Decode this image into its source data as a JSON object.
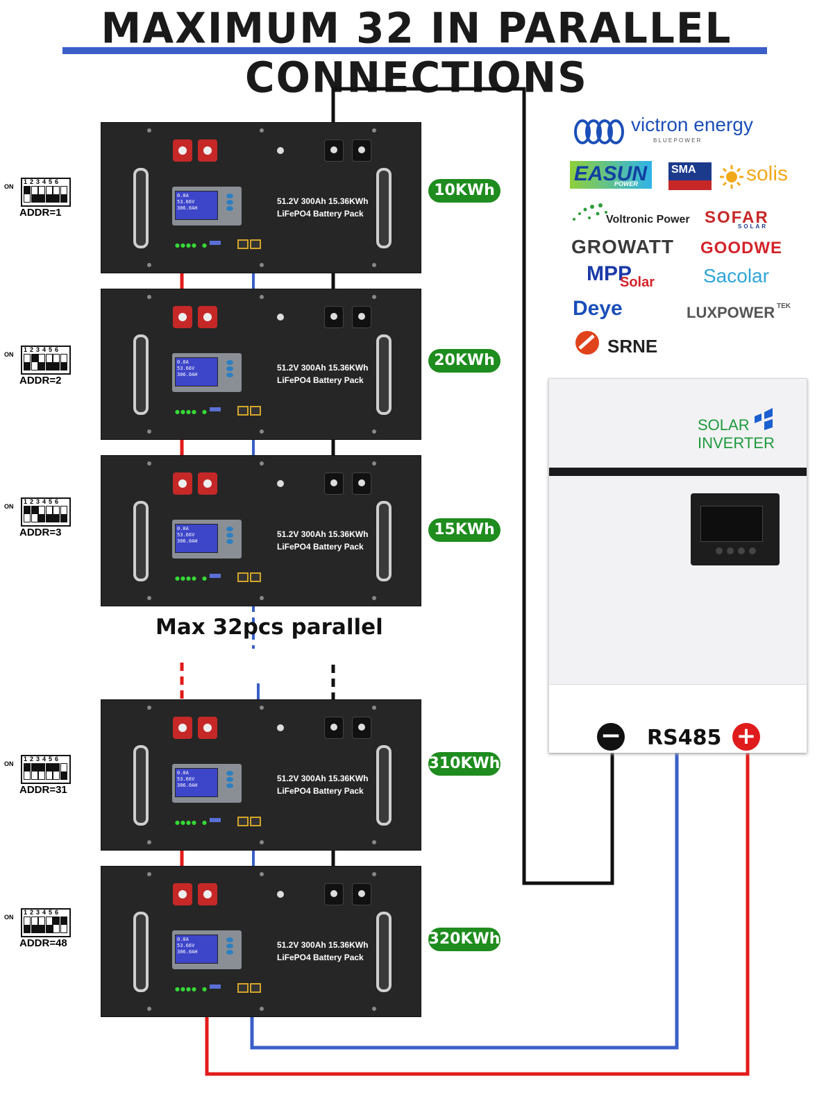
{
  "title": "MAXIMUM 32 IN PARALLEL CONNECTIONS",
  "max_label": "Max 32pcs parallel",
  "battery_spec_line1": "51.2V 300Ah 15.36KWh",
  "battery_spec_line2": "LiFePO4 Battery Pack",
  "lcd": {
    "l1": "0.0A",
    "l2": "53.66V",
    "l3": "306.0AH"
  },
  "dip_on_label": "ON",
  "dip_numbers": "123456",
  "batteries": [
    {
      "addr": "ADDR=1",
      "kwh": "10KWh",
      "dip": [
        1,
        0,
        0,
        0,
        0,
        0
      ]
    },
    {
      "addr": "ADDR=2",
      "kwh": "20KWh",
      "dip": [
        0,
        1,
        0,
        0,
        0,
        0
      ]
    },
    {
      "addr": "ADDR=3",
      "kwh": "15KWh",
      "dip": [
        1,
        1,
        0,
        0,
        0,
        0
      ]
    },
    {
      "addr": "ADDR=31",
      "kwh": "310KWh",
      "dip": [
        1,
        1,
        1,
        1,
        1,
        0
      ]
    },
    {
      "addr": "ADDR=48",
      "kwh": "320KWh",
      "dip": [
        0,
        0,
        0,
        0,
        1,
        1
      ]
    }
  ],
  "brands": {
    "victron": "victron energy",
    "victron_sub": "B L U E   P O W E R",
    "easun": "EASUN",
    "easun_sub": "POWER",
    "sma": "SMA",
    "solis": "solis",
    "voltronic": "Voltronic Power",
    "sofar": "SOFAR",
    "sofar_sub": "SOLAR",
    "growatt": "GROWATT",
    "goodwe": "GOODWE",
    "mpp": "MPP",
    "mpp_sub": "Solar",
    "sacolar": "Sacolar",
    "deye": "Deye",
    "luxpower": "LUXPOWER",
    "luxpower_sup": "TEK",
    "srne": "SRNE"
  },
  "inverter": {
    "line1": "SOLAR",
    "line2": "INVERTER",
    "neg_symbol": "−",
    "pos_symbol": "+",
    "rs485": "RS485"
  },
  "colors": {
    "positive": "#e31b1b",
    "negative": "#111111",
    "comm": "#3a5fc8",
    "kwh_badge": "#1e8c1e",
    "title_underline": "#3a5fc8"
  }
}
